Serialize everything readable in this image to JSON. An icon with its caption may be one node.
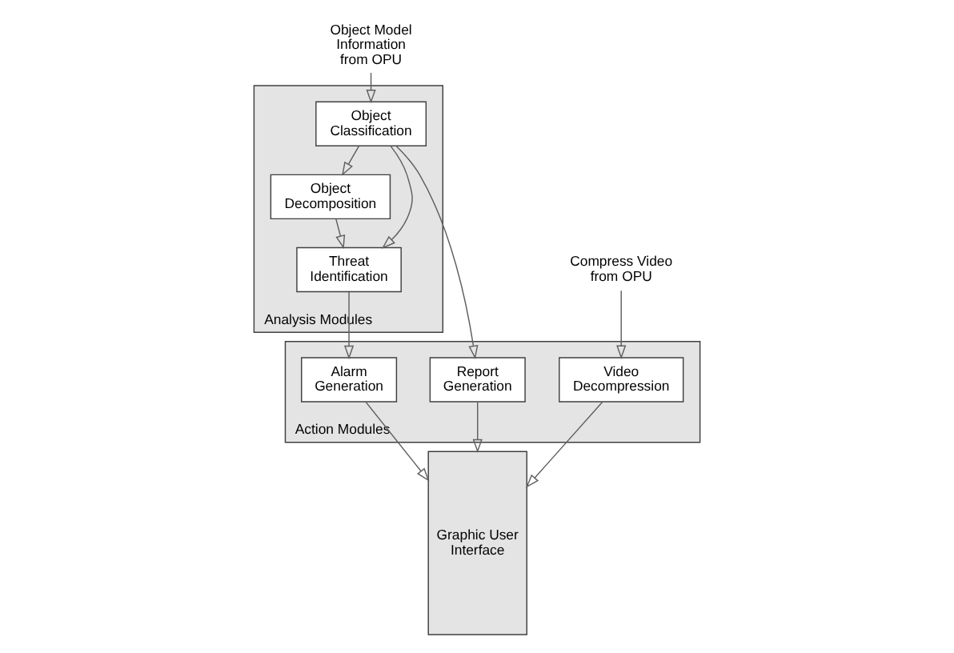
{
  "diagram": {
    "nodes": [
      {
        "text": [
          "Object Model Information from OPU"
        ]
      },
      {
        "text": [
          "Compress Video from OPU"
        ]
      },
      {
        "text": [
          "Analysis Modules"
        ]
      },
      {
        "text": [
          "Object Classification"
        ],
        "in": 2
      },
      {
        "text": [
          "Object Decomposition"
        ],
        "in": 2
      },
      {
        "text": [
          "Threat Identification"
        ],
        "in": 2
      },
      {
        "text": [
          "Action Modules"
        ]
      },
      {
        "text": [
          "Video Decompression"
        ],
        "in": 6
      },
      {
        "text": [
          "Report Generation"
        ],
        "in": 6
      },
      {
        "text": [
          "Alarm Generation"
        ],
        "in": 6
      },
      {
        "text": [
          "Graphic User Interface"
        ]
      }
    ],
    "edges": [
      {
        "from": 0,
        "to": 3,
        "arrow": "to"
      },
      {
        "from": 1,
        "to": 7,
        "arrow": "to"
      },
      {
        "from": 3,
        "to": 4,
        "arrow": "to"
      },
      {
        "from": 4,
        "to": 5,
        "arrow": "to"
      },
      {
        "from": 3,
        "to": 5,
        "arrow": "to"
      },
      {
        "from": 3,
        "to": 8,
        "arrow": "to"
      },
      {
        "from": 5,
        "to": 9,
        "arrow": "to"
      },
      {
        "from": 7,
        "to": 10,
        "arrow": "to"
      },
      {
        "from": 8,
        "to": 10,
        "arrow": "to"
      },
      {
        "from": 9,
        "to": 10,
        "arrow": "to"
      }
    ]
  }
}
